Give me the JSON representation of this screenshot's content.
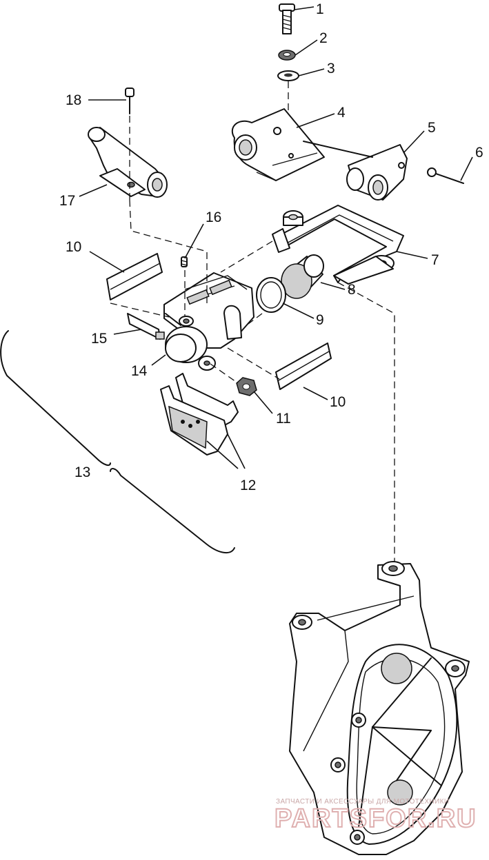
{
  "callouts": [
    {
      "n": "1"
    },
    {
      "n": "2"
    },
    {
      "n": "3"
    },
    {
      "n": "4"
    },
    {
      "n": "5"
    },
    {
      "n": "6"
    },
    {
      "n": "7"
    },
    {
      "n": "8"
    },
    {
      "n": "9"
    },
    {
      "n": "10"
    },
    {
      "n": "10"
    },
    {
      "n": "11"
    },
    {
      "n": "12"
    },
    {
      "n": "13"
    },
    {
      "n": "14"
    },
    {
      "n": "15"
    },
    {
      "n": "16"
    },
    {
      "n": "17"
    },
    {
      "n": "18"
    }
  ],
  "watermark": {
    "caption": "ЗАПЧАСТИ И АКСЕССУАРЫ ДЛЯ МОТОТЕХНИКИ",
    "site": "PARTSFOR.RU",
    "color": "#d9a0a0"
  }
}
